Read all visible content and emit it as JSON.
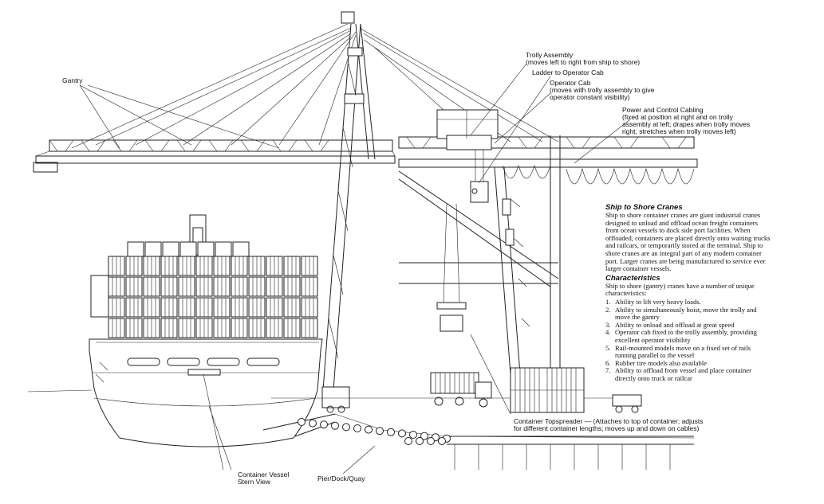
{
  "labels": {
    "gantry": "Gantry",
    "trolly_title": "Trolly Assembly",
    "trolly_note": "(moves left to right from ship to shore)",
    "ladder": "Ladder to Operator Cab",
    "cab_title": "Operator Cab",
    "cab_note_1": "(moves with trolly assembly to give",
    "cab_note_2": "operator constant visibility)",
    "power_title": "Power and Control Cabling",
    "power_note_1": "(fixed at position at right and on trolly",
    "power_note_2": "assembly at left; drapes when trolly moves",
    "power_note_3": "right, stretches when trolly moves left)",
    "topspreader_1": "Container Topspreader — (Attaches to top of container; adjusts",
    "topspreader_2": "for different container lengths; moves up and down on cables)",
    "vessel_1": "Container Vessel",
    "vessel_2": "Stern View",
    "pier": "Pier/Dock/Quay"
  },
  "info": {
    "heading": "Ship to Shore Cranes",
    "paragraph": "Ship to shore container cranes are giant industrial cranes designed to unload and offload ocean freight containers from ocean vessels to dock side port facilities. When offloaded, containers are placed directly onto waiting trucks and railcars, or temporarily stored at the terminal. Ship to shore cranes are an integral part of any modern container port. Larger cranes are being manufactured to service ever larger container vessels.",
    "subheading": "Characteristics",
    "intro": "Ship to shore (gantry) cranes have a number of unique characteristics:",
    "items": [
      {
        "num": "1.",
        "text": "Ability to lift very heavy loads."
      },
      {
        "num": "2.",
        "text": "Ability to simultaneously hoist, move the trolly and move the gantry"
      },
      {
        "num": "3.",
        "text": "Ability to onload and offload at great speed"
      },
      {
        "num": "4.",
        "text": "Operator cab fixed to the trolly assembly, providing excellent operator visibility"
      },
      {
        "num": "5.",
        "text": "Rail-mounted models move on a fixed set of rails running parallel to the vessel"
      },
      {
        "num": "6.",
        "text": "Rubber tire models also available"
      },
      {
        "num": "7.",
        "text": "Ability to offload from vessel and place container directly onto truck or railcar"
      }
    ]
  }
}
